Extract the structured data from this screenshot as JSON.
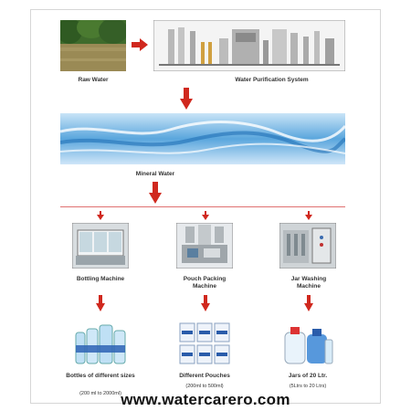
{
  "diagram": {
    "raw_water": "Raw  Water",
    "purification": "Water Purification System",
    "mineral_water": "Mineral  Water",
    "machines": [
      {
        "label": "Bottling Machine",
        "product": "Bottles of different sizes",
        "range": "(200 ml to 2000ml)"
      },
      {
        "label": "Pouch Packing Machine",
        "product": "Different Pouches",
        "range": "(200ml to 500ml)"
      },
      {
        "label": "Jar Washing Machine",
        "product": "Jars of 20 Ltr.",
        "range": "(5Ltrs to 20 Ltrs)"
      }
    ],
    "website": "www.watercarero.com"
  },
  "colors": {
    "arrow": "#d0281e",
    "divider": "#e07070"
  }
}
